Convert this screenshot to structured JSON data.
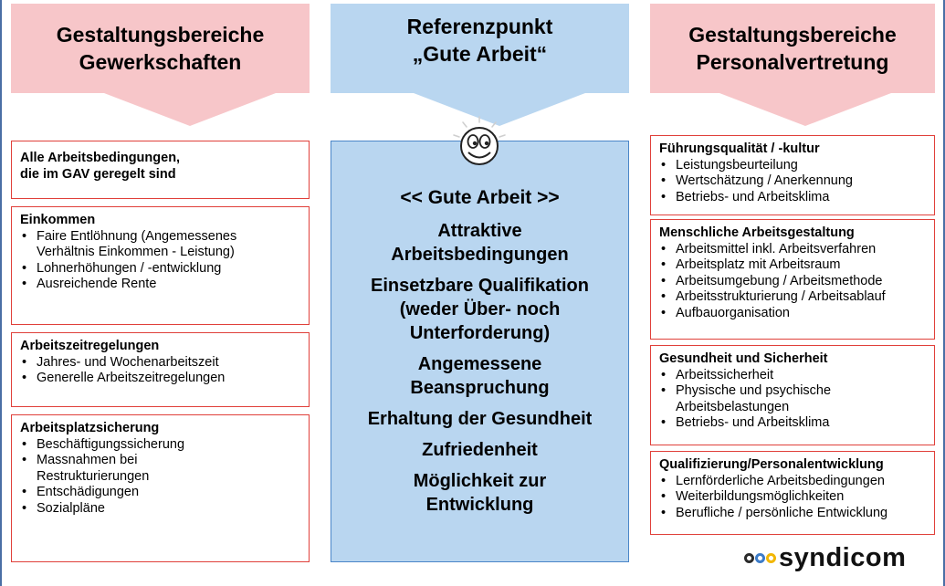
{
  "headers": {
    "left": "Gestaltungsbereiche\nGewerkschaften",
    "center": "Referenzpunkt\n„Gute Arbeit“",
    "right": "Gestaltungsbereiche\nPersonalvertretung"
  },
  "colors": {
    "pink": "#f7c6c9",
    "light_blue": "#b9d6f0",
    "box_border_red": "#e0403a",
    "center_border_blue": "#4a86c8"
  },
  "left_boxes": [
    {
      "title": "Alle Arbeitsbedingungen,\ndie im GAV geregelt sind",
      "items": []
    },
    {
      "title": "Einkommen",
      "items": [
        "Faire Entlöhnung  (Angemessenes\nVerhältnis Einkommen - Leistung)",
        "Lohnerhöhungen / -entwicklung",
        "Ausreichende Rente"
      ]
    },
    {
      "title": "Arbeitszeitregelungen",
      "items": [
        "Jahres- und Wochenarbeitszeit",
        "Generelle Arbeitszeitregelungen"
      ]
    },
    {
      "title": "Arbeitsplatzsicherung",
      "items": [
        "Beschäftigungssicherung",
        "Massnahmen bei\nRestrukturierungen",
        "Entschädigungen",
        "Sozialpläne"
      ]
    }
  ],
  "center": {
    "heading": "<< Gute Arbeit >>",
    "items": [
      "Attraktive\nArbeitsbedingungen",
      "Einsetzbare Qualifikation\n(weder Über- noch\nUnterforderung)",
      "Angemessene\nBeanspruchung",
      "Erhaltung der Gesundheit",
      "Zufriedenheit",
      "Möglichkeit zur\nEntwicklung"
    ]
  },
  "right_boxes": [
    {
      "title": "Führungsqualität / -kultur",
      "items": [
        "Leistungsbeurteilung",
        "Wertschätzung / Anerkennung",
        "Betriebs- und Arbeitsklima"
      ]
    },
    {
      "title": "Menschliche Arbeitsgestaltung",
      "items": [
        "Arbeitsmittel inkl. Arbeitsverfahren",
        "Arbeitsplatz mit Arbeitsraum",
        "Arbeitsumgebung / Arbeitsmethode",
        "Arbeitsstrukturierung / Arbeitsablauf",
        "Aufbauorganisation"
      ]
    },
    {
      "title": "Gesundheit und Sicherheit",
      "items": [
        "Arbeitssicherheit",
        "Physische und psychische\nArbeitsbelastungen",
        "Betriebs- und Arbeitsklima"
      ]
    },
    {
      "title": "Qualifizierung/Personalentwicklung",
      "items": [
        "Lernförderliche Arbeitsbedingungen",
        "Weiterbildungsmöglichkeiten",
        "Berufliche / persönliche Entwicklung"
      ]
    }
  ],
  "logo": {
    "text": "syndicom",
    "dot_colors": [
      "#2b2b2b",
      "#3d7cc9",
      "#f2b705"
    ],
    "icon": "three-dots-logo-icon"
  },
  "smiley_icon": "smiley-face-icon"
}
